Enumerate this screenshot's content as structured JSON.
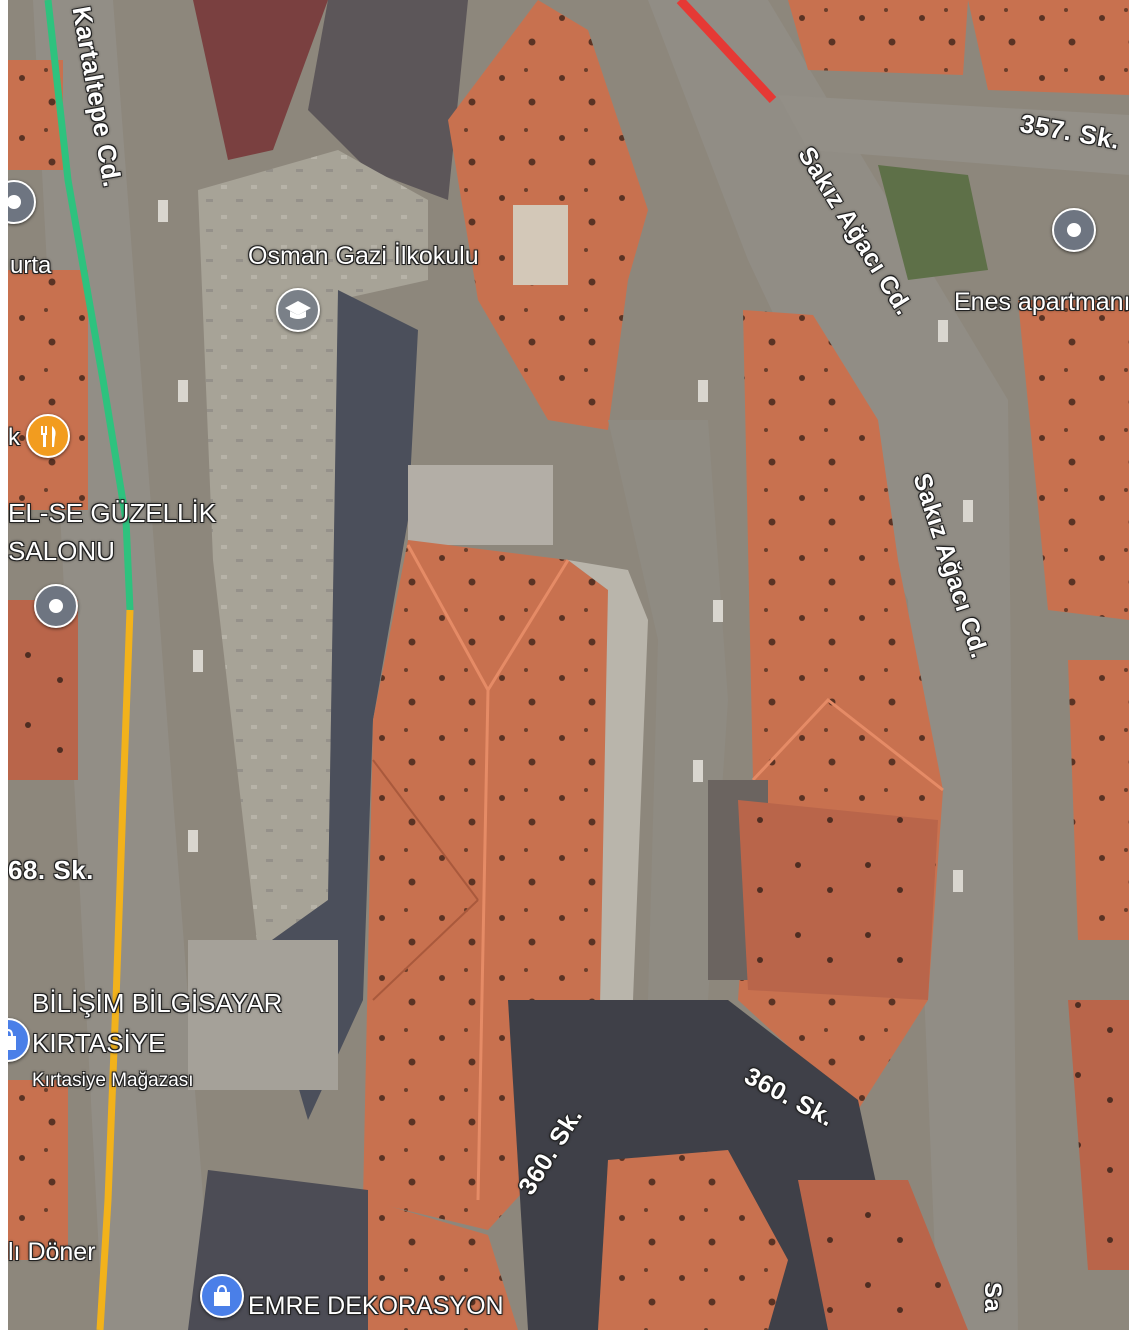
{
  "map": {
    "streets": {
      "kartaltepe": "Kartaltepe Cd.",
      "sakiz_upper": "Sakız Ağacı Cd.",
      "sakiz_lower": "Sakız Ağacı Cd.",
      "s357": "357. Sk.",
      "s360_left": "360. Sk.",
      "s360_right": "360. Sk.",
      "s368": "68. Sk.",
      "sakiz_bottom": "Sa"
    },
    "places": {
      "school": "Osman Gazi İlkokulu",
      "enes": "Enes apartmanı",
      "guzellik_line1": "EL-SE GÜZELLİK",
      "guzellik_line2": "SALONU",
      "bilisim_line1": "BİLİŞİM BİLGİSAYAR",
      "bilisim_line2": "KIRTASİYE",
      "bilisim_category": "Kırtasiye Mağazası",
      "emre": "EMRE DEKORASYON",
      "doner": "lı Döner",
      "urta": "urta",
      "k": "k"
    },
    "colors": {
      "roof": "#c8714f",
      "asphalt": "#8e8a80",
      "route_green": "#2ec27e",
      "route_yellow": "#f2b21b",
      "route_red": "#e53935",
      "pin_gray": "#6e7581",
      "pin_orange": "#f29c1f",
      "pin_blue": "#4a7fe8"
    },
    "icons": [
      "school-icon",
      "location-pin-icon",
      "restaurant-icon",
      "shopping-bag-icon"
    ]
  }
}
